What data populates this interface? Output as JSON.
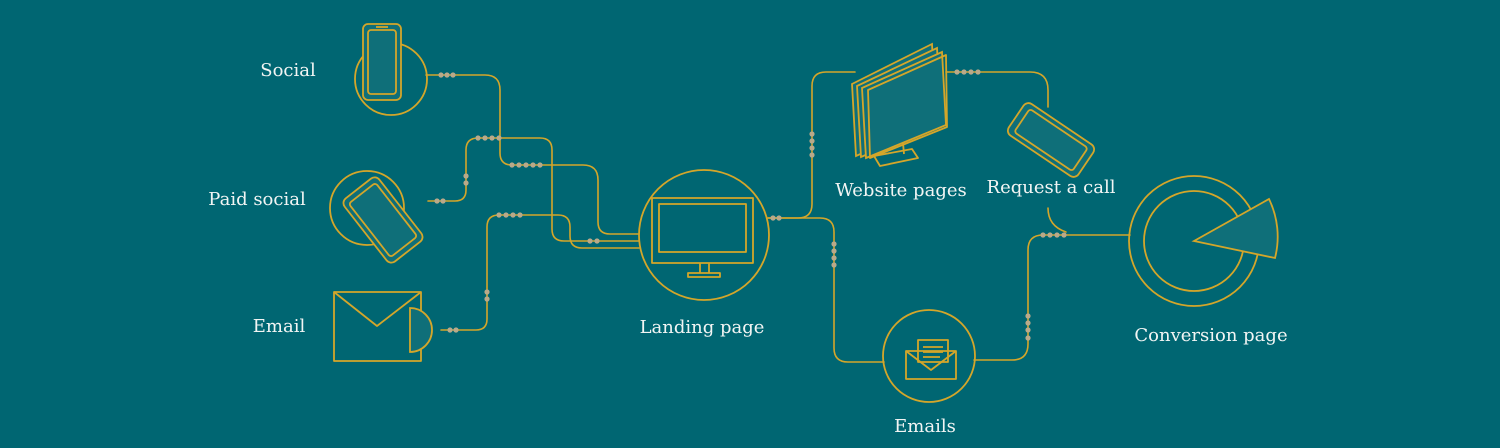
{
  "colors": {
    "background": "#006672",
    "line": "#d4a62a",
    "label": "#f2f5f4",
    "dot": "#b9a98a"
  },
  "nodes": {
    "social": {
      "label": "Social",
      "icon": "smartphone-icon"
    },
    "paid_social": {
      "label": "Paid social",
      "icon": "smartphone-tilted-icon"
    },
    "email": {
      "label": "Email",
      "icon": "envelope-icon"
    },
    "landing_page": {
      "label": "Landing page",
      "icon": "desktop-monitor-icon"
    },
    "website_pages": {
      "label": "Website pages",
      "icon": "stacked-monitor-pages-icon"
    },
    "request_a_call": {
      "label": "Request a call",
      "icon": "smartphone-tilted-icon"
    },
    "emails": {
      "label": "Emails",
      "icon": "open-envelope-letter-icon"
    },
    "conversion_page": {
      "label": "Conversion page",
      "icon": "target-pie-icon"
    }
  }
}
